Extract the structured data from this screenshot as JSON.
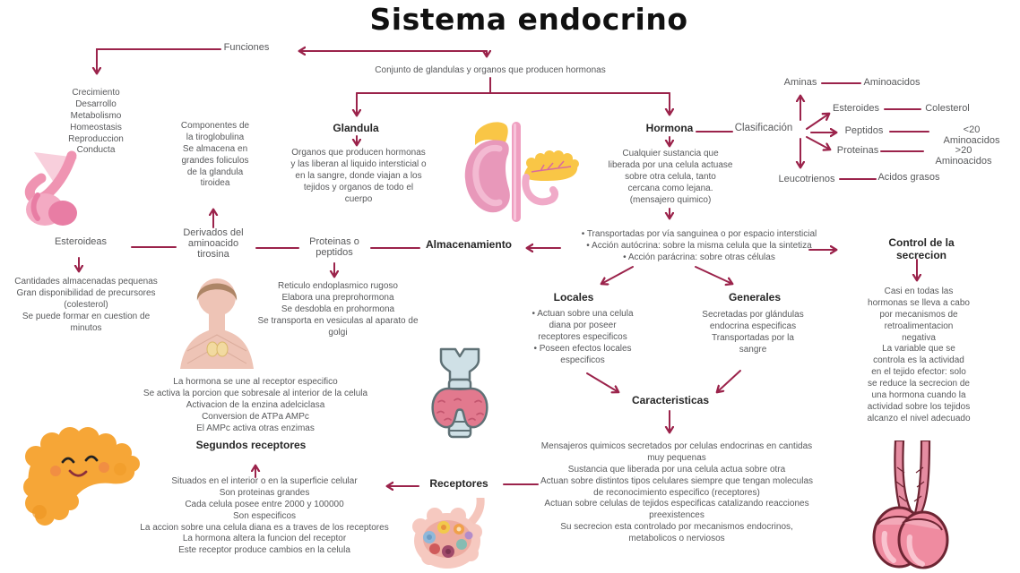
{
  "title": "Sistema endocrino",
  "colors": {
    "arrow": "#9b234b",
    "text": "#58595b",
    "label": "#262626"
  },
  "definicion": "Conjunto de glandulas y organos que producen hormonas",
  "funciones": {
    "label": "Funciones",
    "items": [
      "Crecimiento",
      "Desarrollo",
      "Metabolismo",
      "Homeostasis",
      "Reproduccion",
      "Conducta"
    ]
  },
  "tiroglobulina": [
    "Componentes de",
    "la tiroglobulina",
    "Se almacena en",
    "grandes foliculos",
    "de la glandula",
    "tiroidea"
  ],
  "glandula": {
    "label": "Glandula",
    "text": [
      "Organos que producen hormonas",
      "y las liberan al liquido intersticial o",
      "en la sangre, donde viajan a los",
      "tejidos y organos de todo el",
      "cuerpo"
    ]
  },
  "hormona": {
    "label": "Hormona",
    "text": [
      "Cualquier sustancia que",
      "liberada por una celula actuase",
      "sobre otra celula, tanto",
      "cercana como lejana.",
      "(mensajero quimico)"
    ]
  },
  "clasificacion": {
    "label": "Clasificación",
    "pairs": [
      {
        "tipo": "Aminas",
        "origen": "Aminoacidos"
      },
      {
        "tipo": "Esteroides",
        "origen": "Colesterol"
      },
      {
        "tipo": "Peptidos",
        "origen": "<20 Aminoacidos"
      },
      {
        "tipo": "Proteinas",
        "origen": ">20 Aminoacidos"
      },
      {
        "tipo": "Leucotrienos",
        "origen": "Acidos grasos"
      }
    ]
  },
  "esteroideas": {
    "label": "Esteroideas",
    "text": [
      "Cantidades almacenadas pequenas",
      "Gran disponibilidad de precursores",
      "(colesterol)",
      "Se puede formar en cuestion de",
      "minutos"
    ]
  },
  "derivados": [
    "Derivados del",
    "aminoacido",
    "tirosina"
  ],
  "proteinas_peptidos": {
    "label": [
      "Proteinas o",
      "peptidos"
    ],
    "detalle": [
      "Reticulo endoplasmico rugoso",
      "Elabora una preprohormona",
      "Se desdobla en prohormona",
      "Se transporta en vesiculas al aparato de",
      "golgi"
    ]
  },
  "almacenamiento": {
    "label": "Almacenamiento",
    "bullets": [
      "•  Transportadas por vía sanguinea o por espacio intersticial",
      "•  Acción autócrina: sobre la misma celula que la sintetiza",
      "•  Acción parácrina: sobre otras células"
    ]
  },
  "control_secrecion": {
    "label": "Control de la secrecion",
    "text": [
      "Casi en todas las",
      "hormonas se lleva a cabo",
      "por mecanismos de",
      "retroalimentacion",
      "negativa",
      "La variable que se",
      "controla es la actividad",
      "en el tejido efector: solo",
      "se reduce la secrecion de",
      "una hormona cuando la",
      "actividad sobre los tejidos",
      "alcanzo el nivel adecuado"
    ]
  },
  "locales": {
    "label": "Locales",
    "text": [
      "•  Actuan sobre una celula",
      "diana por poseer",
      "receptores especificos",
      "•  Poseen efectos locales",
      "especificos"
    ]
  },
  "generales": {
    "label": "Generales",
    "text": [
      "Secretadas por glándulas",
      "endocrina especificas",
      "Transportadas por la",
      "sangre"
    ]
  },
  "caracteristicas": {
    "label": "Caracteristicas",
    "text": [
      "Mensajeros quimicos secretados por celulas endocrinas en cantidas",
      "muy pequenas",
      "Sustancia que liberada por una celula actua sobre otra",
      "Actuan sobre distintos tipos celulares siempre que tengan moleculas",
      "de reconocimiento especifico (receptores)",
      "Actuan sobre celulas de tejidos especificas catalizando reacciones",
      "preexistences",
      "Su secrecion esta controlado por mecanismos endocrinos,",
      "metabolicos o nerviosos"
    ]
  },
  "receptores": {
    "label": "Receptores",
    "mecanismo": [
      "La hormona se une al receptor especifico",
      "Se activa la porcion que sobresale al interior de la celula",
      "Activacion de la enzina adelciclasa",
      "Conversion de ATPa AMPc",
      "El AMPc activa otras enzimas"
    ],
    "segundos_label": "Segundos receptores",
    "propiedades": [
      "Situados en el interior o en la superficie celular",
      "Son proteinas grandes",
      "Cada celula posee entre 2000 y 100000",
      "Son especificos",
      "La accion sobre una celula diana es a traves de los receptores",
      "La hormona altera la funcion del receptor",
      "Este receptor produce cambios en la celula"
    ]
  },
  "illustrations": {
    "pituitary": "pituitary-gland",
    "kidney_adrenal_pancreas": "kidney-adrenal-and-pancreas",
    "body_thyroid": "human-upper-body-with-thyroid",
    "thyroid_trachea": "thyroid-gland-on-trachea",
    "pancreas_character": "cute-pancreas-character",
    "islet_cell": "pancreatic-islet-cell",
    "testes": "testes"
  }
}
